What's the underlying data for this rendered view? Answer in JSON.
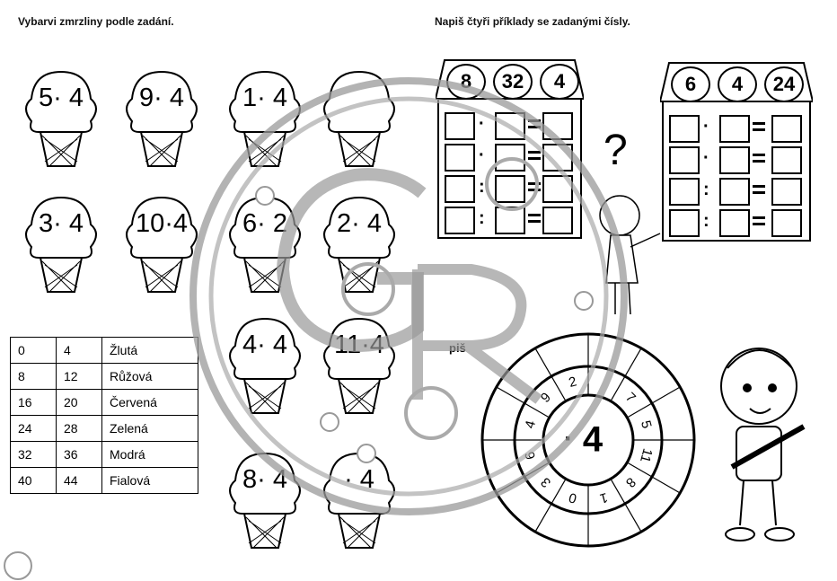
{
  "left_task": {
    "instruction": "Vybarvi zmrzliny podle zadání.",
    "ice_creams": [
      {
        "label": "5· 4"
      },
      {
        "label": "9· 4"
      },
      {
        "label": "1· 4"
      },
      {
        "label": ""
      },
      {
        "label": "3· 4"
      },
      {
        "label": "10·4"
      },
      {
        "label": "6· 2"
      },
      {
        "label": "2· 4"
      },
      {
        "label": "4· 4"
      },
      {
        "label": "11·4"
      },
      {
        "label": "8· 4"
      },
      {
        "label": "· 4"
      }
    ],
    "color_key": [
      {
        "from": "0",
        "to": "4",
        "color": "Žlutá"
      },
      {
        "from": "8",
        "to": "12",
        "color": "Růžová"
      },
      {
        "from": "16",
        "to": "20",
        "color": "Červená"
      },
      {
        "from": "24",
        "to": "28",
        "color": "Zelená"
      },
      {
        "from": "32",
        "to": "36",
        "color": "Modrá"
      },
      {
        "from": "40",
        "to": "44",
        "color": "Fialová"
      }
    ]
  },
  "right_task": {
    "instruction": "Napiš čtyři příklady se zadanými čísly.",
    "house1": {
      "numbers": [
        "8",
        "32",
        "4"
      ],
      "ops": [
        "·",
        "·",
        ":",
        ":"
      ]
    },
    "house2": {
      "numbers": [
        "6",
        "4",
        "24"
      ],
      "ops": [
        "·",
        "·",
        ":",
        ":"
      ]
    },
    "question_mark": "?"
  },
  "wheel_task": {
    "instruction_fragment": "piš",
    "center": "4",
    "operator": "·",
    "inner_numbers": [
      "7",
      "5",
      "11",
      "8",
      "1",
      "0",
      "3",
      "6",
      "4",
      "9",
      "2"
    ]
  },
  "watermark": "GR"
}
